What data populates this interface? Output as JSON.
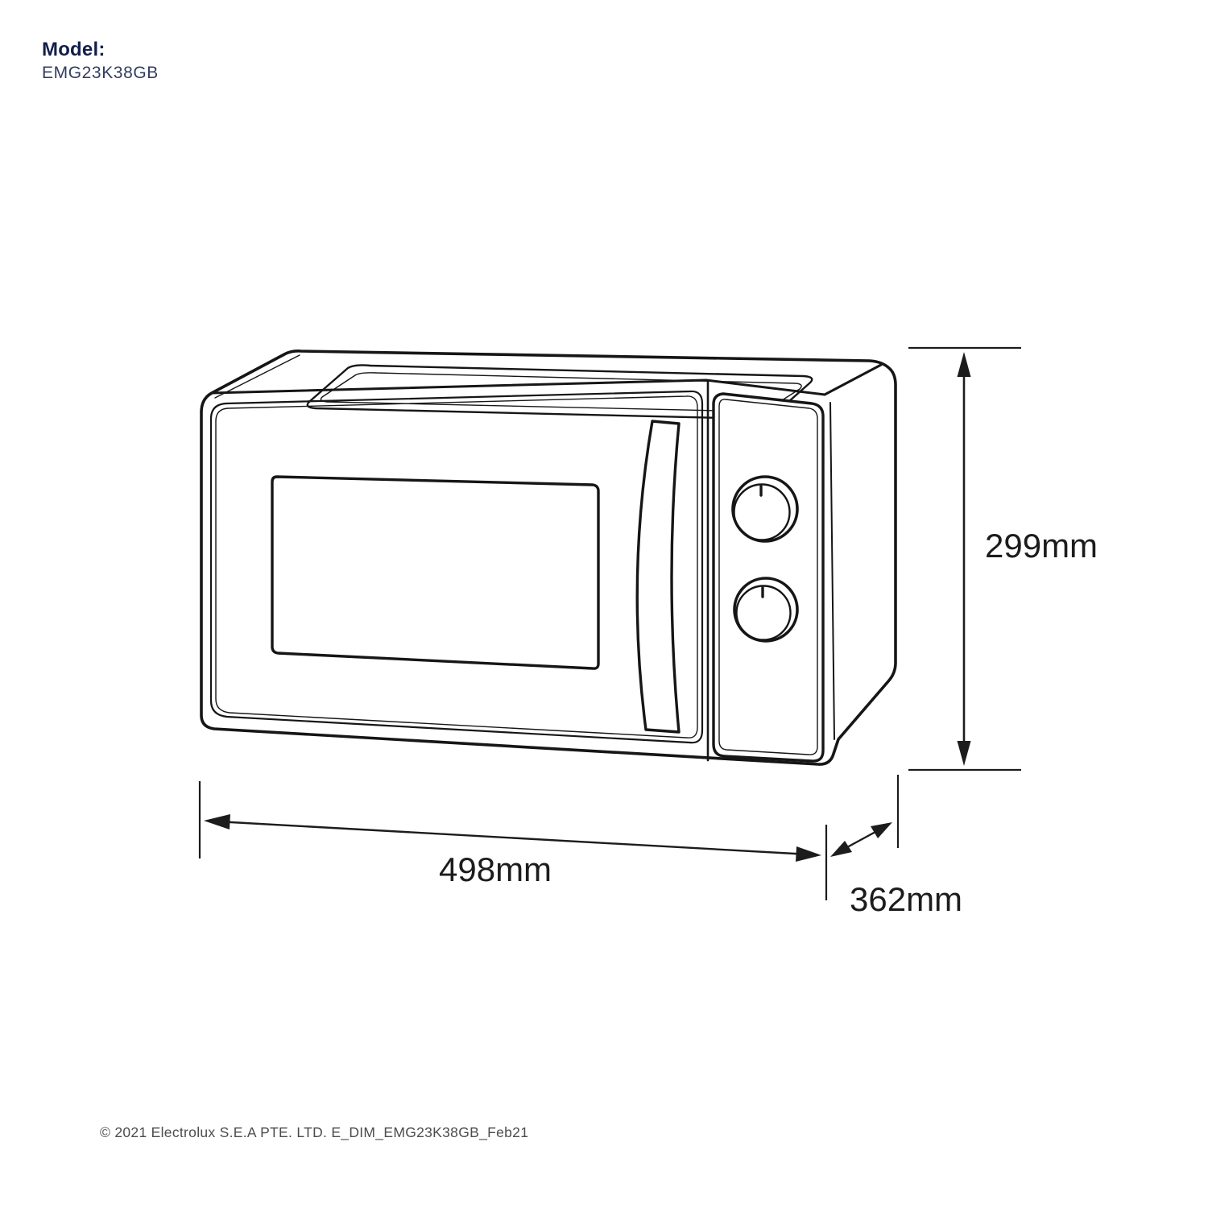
{
  "header": {
    "model_label": "Model:",
    "model_number": "EMG23K38GB"
  },
  "diagram": {
    "type": "product-dimension-line-drawing",
    "product": "microwave-oven",
    "parts": [
      "body",
      "top-vent-panel",
      "door",
      "door-window",
      "door-handle",
      "control-panel",
      "upper-knob",
      "lower-knob"
    ],
    "dimensions": {
      "height": "299mm",
      "width": "498mm",
      "depth": "362mm"
    }
  },
  "footer": {
    "copyright": "© 2021 Electrolux S.E.A PTE. LTD. E_DIM_EMG23K38GB_Feb21"
  },
  "colors": {
    "background": "#ffffff",
    "line_ink": "#161616",
    "model_label_navy": "#131f4a",
    "model_number_slate": "#333d63",
    "dimension_text": "#1c1c1c",
    "copyright_gray": "#4c4c4c"
  }
}
